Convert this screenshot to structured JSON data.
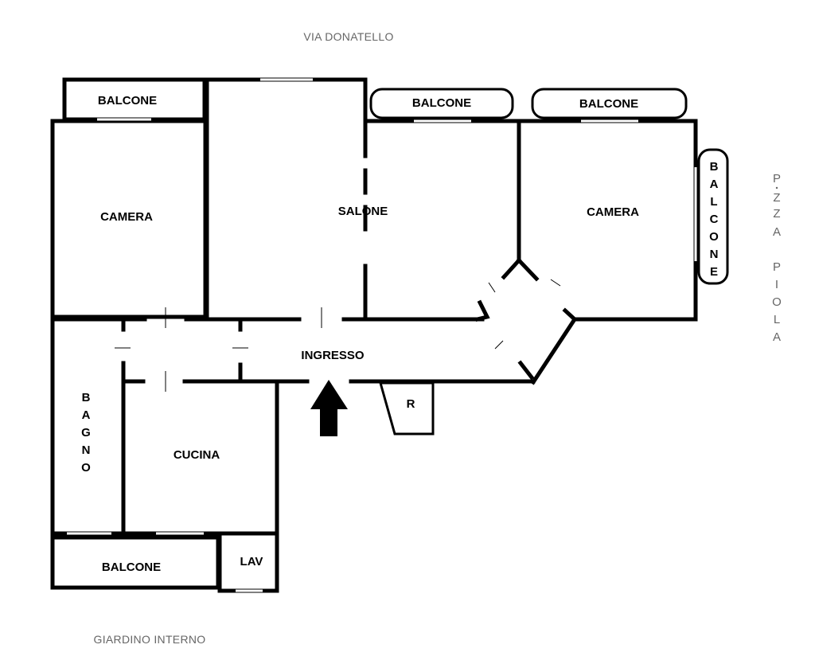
{
  "streets": {
    "top": "VIA  DONATELLO",
    "bottom": "GIARDINO INTERNO",
    "right_letters": [
      "P",
      "Z",
      "Z",
      "A",
      "P",
      "I",
      "O",
      "L",
      "A"
    ]
  },
  "rooms": {
    "balcone_top_left": "BALCONE",
    "balcone_top_mid": "BALCONE",
    "balcone_top_right": "BALCONE",
    "balcone_right_letters": [
      "B",
      "A",
      "L",
      "C",
      "O",
      "N",
      "E"
    ],
    "camera_left": "CAMERA",
    "salone": "SALONE",
    "camera_right": "CAMERA",
    "ingresso": "INGRESSO",
    "bagno_letters": [
      "B",
      "A",
      "G",
      "N",
      "O"
    ],
    "cucina": "CUCINA",
    "ripostiglio": "R",
    "balcone_bottom": "BALCONE",
    "lav": "LAV"
  },
  "colors": {
    "walls": "#000000",
    "street_text": "#666666",
    "background": "#ffffff"
  }
}
